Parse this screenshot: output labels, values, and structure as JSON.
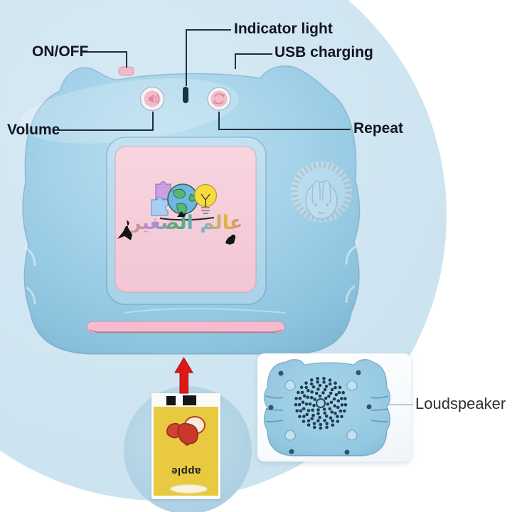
{
  "labels": {
    "indicator_light": "Indicator light",
    "usb_charging": "USB charging",
    "on_off": "ON/OFF",
    "volume": "Volume",
    "repeat": "Repeat",
    "loudspeaker": "Loudspeaker"
  },
  "screen": {
    "logo_text": "عالم الصغير"
  },
  "card": {
    "word": "apple"
  },
  "colors": {
    "background_circle": "#cfe5f1",
    "device_body_blue": "#9ecee6",
    "screen_pink": "#f5cedb",
    "button_pink": "#f3bcca",
    "card_slot_pink": "#f4bccd",
    "arrow_red": "#e01717",
    "card_yellow": "#e9c93f",
    "speaker_dot_navy": "#1d3d52",
    "label_text": "#14141f"
  },
  "icons": {
    "volume_button": "volume-speaker-icon",
    "repeat_button": "repeat-arrows-icon",
    "indicator": "indicator-light-slot",
    "power": "power-switch-nub",
    "insert_arrow": "arrow-up-icon",
    "watermark": "rabbit-watermark",
    "speaker": "speaker-grille"
  }
}
